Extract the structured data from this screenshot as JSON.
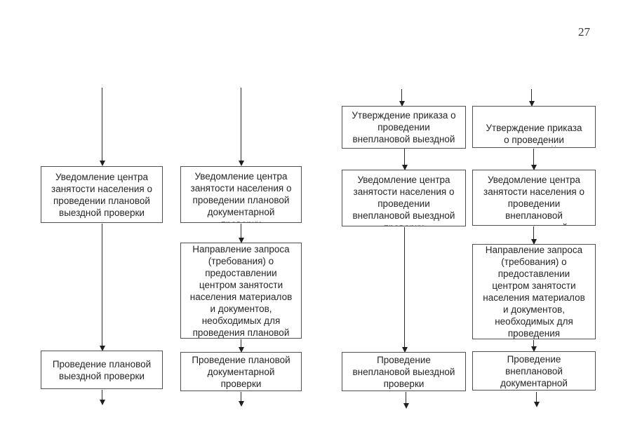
{
  "page_number": "27",
  "colors": {
    "background": "#ffffff",
    "box_border": "#4f4f4f",
    "text": "#262626",
    "arrow": "#2a2a2a"
  },
  "flowchart": {
    "planned_onsite": {
      "notify": "Уведомление центра\nзанятости населения о\nпроведении плановой\nвыездной проверки",
      "conduct": "Проведение плановой\nвыездной проверки"
    },
    "planned_documentary": {
      "notify": "Уведомление центра\nзанятости населения о\nпроведении плановой\nдокументарной\nпроверки",
      "request": "Направление запроса\n(требования) о\nпредоставлении\nцентром занятости\nнаселения материалов\nи документов,\nнеобходимых для\nпроведения плановой",
      "conduct": "Проведение плановой\nдокументарной\nпроверки"
    },
    "unplanned_onsite": {
      "approve": "Утверждение приказа о\nпроведении\nвнеплановой выездной",
      "notify": "Уведомление центра\nзанятости населения о\nпроведении\nвнеплановой выездной\nпроверки",
      "conduct": "Проведение\nвнеплановой выездной\nпроверки"
    },
    "unplanned_documentary": {
      "approve": "Утверждение приказа\nо проведении\nвнеплановой",
      "approve_clipped_remnant": "..",
      "notify": "Уведомление центра\nзанятости населения о\nпроведении\nвнеплановой\nдокументарной",
      "request": "Направление запроса\n(требования) о\nпредоставлении\nцентром занятости\nнаселения материалов\nи документов,\nнеобходимых для\nпроведения",
      "conduct": "Проведение\nвнеплановой\nдокументарной"
    }
  }
}
